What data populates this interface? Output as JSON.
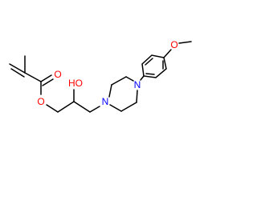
{
  "molecule": {
    "colors": {
      "bond": "#000000",
      "oxygen": "#ff0000",
      "nitrogen": "#0000ff",
      "background": "#ffffff"
    },
    "labels": {
      "carbonyl_oxygen": "O",
      "ester_oxygen": "O",
      "hydroxyl": "HO",
      "piperazine_n1": "N",
      "piperazine_n4": "N",
      "methoxy_oxygen": "O"
    }
  }
}
